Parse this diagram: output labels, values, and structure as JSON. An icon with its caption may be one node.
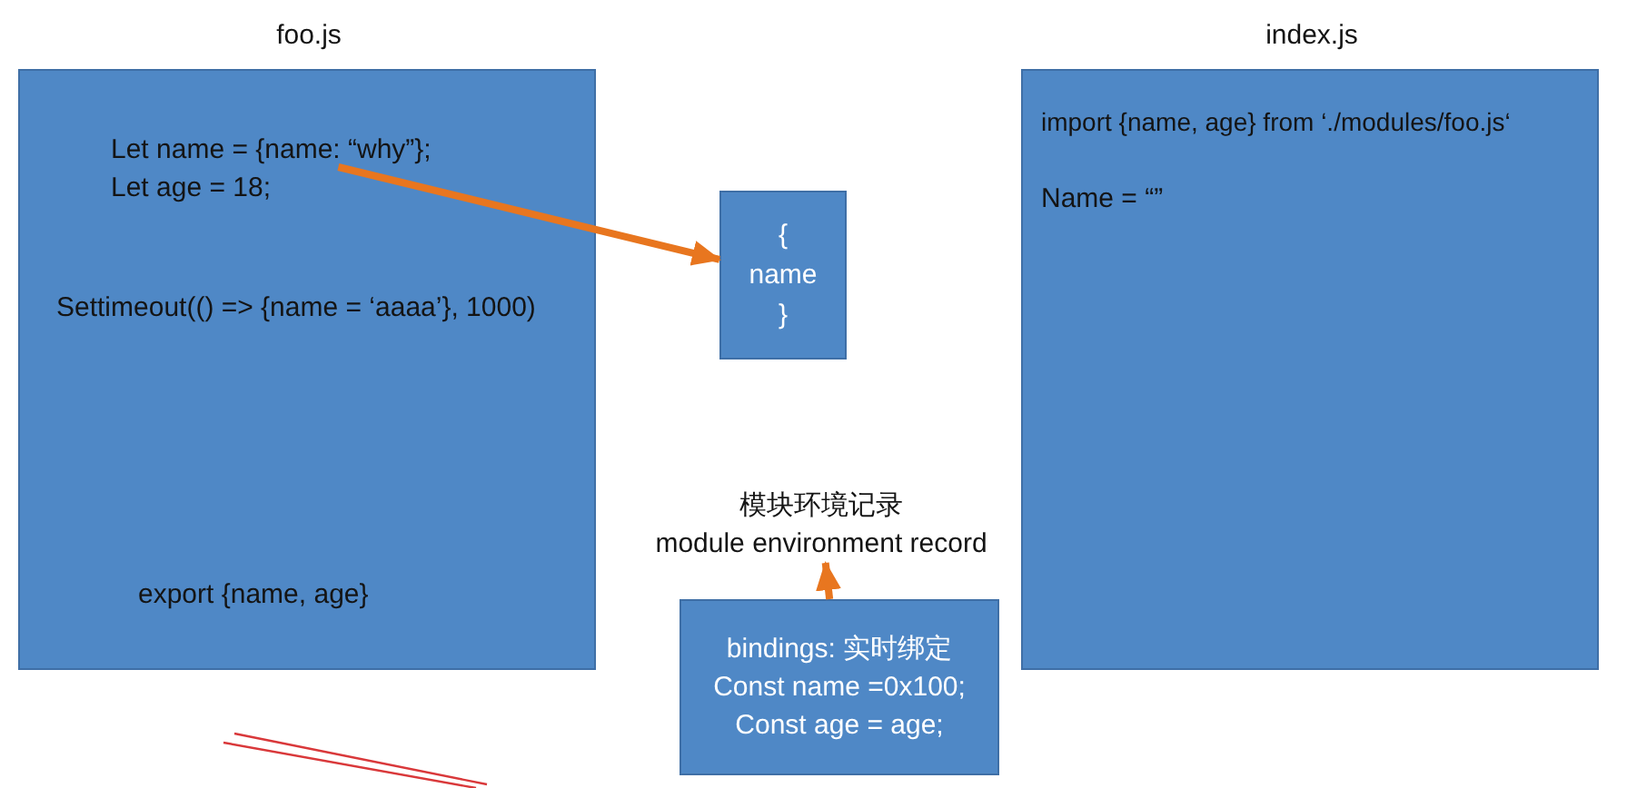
{
  "diagram": {
    "nodes": [
      {
        "text": [
          "foo.js"
        ]
      },
      {
        "text": [
          "Let name = {name: “why”};"
        ],
        "in": 0
      },
      {
        "text": [
          "Let age = 18;"
        ],
        "in": 0
      },
      {
        "text": [
          "Settimeout(() => {name = ‘aaaa’}, 1000)"
        ],
        "in": 0
      },
      {
        "text": [
          "export {name, age}"
        ],
        "in": 0
      },
      {
        "text": [
          "{ name }"
        ]
      },
      {
        "text": [
          "模块环境记录",
          "module environment record"
        ]
      },
      {
        "text": [
          "bindings: 实时绑定",
          "Const name =0x100;",
          "Const age = age;"
        ]
      },
      {
        "text": [
          "index.js"
        ]
      },
      {
        "text": [
          "import {name, age} from ‘./modules/foo.js‘"
        ],
        "in": 8
      },
      {
        "text": [
          "Name = “”"
        ],
        "in": 8
      }
    ],
    "edges": [
      {
        "from": 1,
        "to": 5,
        "arrow": "to"
      },
      {
        "from": 7,
        "to": 6,
        "arrow": "to"
      }
    ]
  }
}
